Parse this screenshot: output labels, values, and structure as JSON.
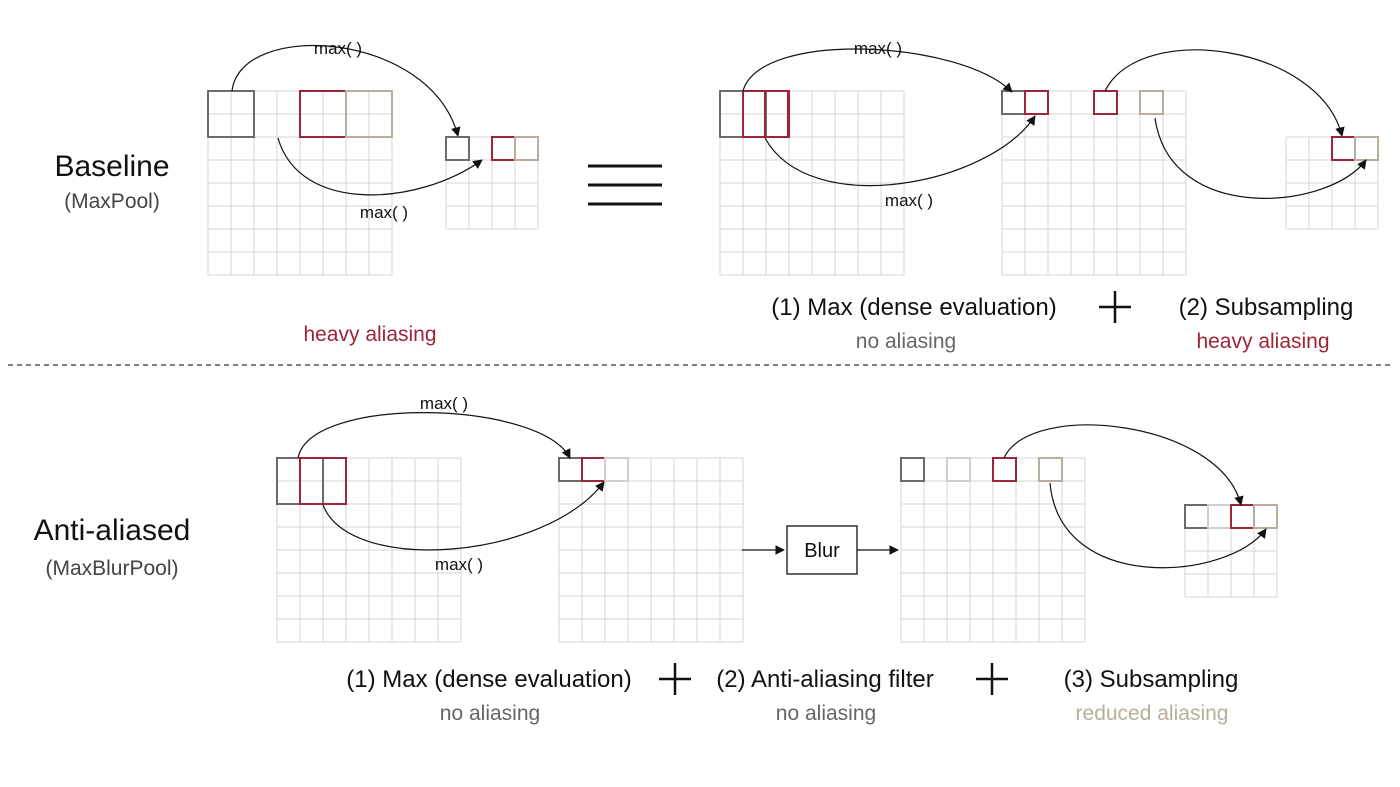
{
  "rows": {
    "baseline": {
      "title": "Baseline",
      "subtitle": "(MaxPool)",
      "aliasing": "heavy aliasing",
      "equivalence": {
        "step1": "(1) Max (dense evaluation)",
        "step1_note": "no aliasing",
        "step2": "(2) Subsampling",
        "step2_note": "heavy aliasing"
      }
    },
    "antialiased": {
      "title": "Anti-aliased",
      "subtitle": "(MaxBlurPool)",
      "blur_label": "Blur",
      "step1": "(1) Max (dense evaluation)",
      "step1_note": "no aliasing",
      "step2": "(2) Anti-aliasing filter",
      "step2_note": "no aliasing",
      "step3": "(3) Subsampling",
      "step3_note": "reduced aliasing"
    }
  },
  "op_label": "max( )",
  "colors": {
    "dark_gray": "#6b6b6b",
    "crimson": "#9e2439",
    "tan": "#b9ae9d",
    "light_gray": "#cfcfcf",
    "grid": "#d4d4d4",
    "muted_text": "#666666"
  }
}
